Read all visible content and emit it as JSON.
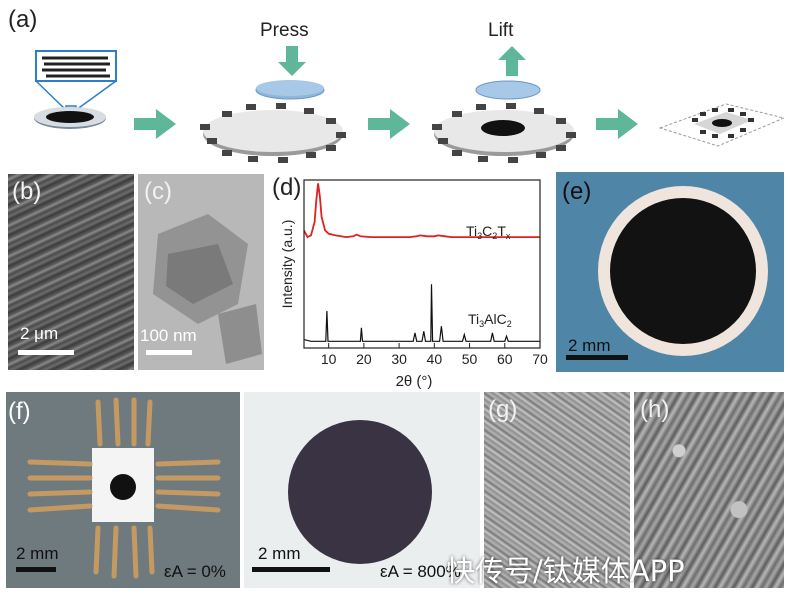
{
  "panel_a": {
    "label": "(a)",
    "press_label": "Press",
    "lift_label": "Lift",
    "colors": {
      "arrow": "#5fb79a",
      "stamp": "#8fb7dc",
      "disk": "#111111"
    }
  },
  "panel_b": {
    "label": "(b)",
    "scale": "2 μm"
  },
  "panel_c": {
    "label": "(c)",
    "scale": "100 nm"
  },
  "panel_d": {
    "label": "(d)",
    "chart_data": {
      "type": "line",
      "xlabel": "2θ (°)",
      "ylabel": "Intensity (a.u.)",
      "xlim": [
        3,
        70
      ],
      "xticks": [
        10,
        20,
        30,
        40,
        50,
        60,
        70
      ],
      "series": [
        {
          "name": "Ti3C2Tx",
          "color": "#e02020",
          "x": [
            3,
            4,
            5,
            6,
            6.5,
            7,
            7.5,
            8,
            9,
            10,
            12,
            15,
            17,
            18,
            19,
            22,
            25,
            28,
            30,
            33,
            35,
            36,
            38,
            40,
            41,
            43,
            45,
            50,
            55,
            60,
            65,
            70
          ],
          "y": [
            0.7,
            0.66,
            0.67,
            0.75,
            0.88,
            0.98,
            0.9,
            0.78,
            0.7,
            0.68,
            0.67,
            0.66,
            0.665,
            0.675,
            0.665,
            0.66,
            0.66,
            0.66,
            0.66,
            0.66,
            0.665,
            0.67,
            0.665,
            0.665,
            0.67,
            0.665,
            0.66,
            0.66,
            0.66,
            0.66,
            0.66,
            0.66
          ]
        },
        {
          "name": "Ti3AlC2",
          "color": "#111111",
          "x": [
            3,
            5,
            8,
            9.2,
            9.5,
            9.8,
            12,
            18,
            19,
            19.3,
            19.6,
            22,
            30,
            34,
            34.5,
            35,
            36.5,
            37,
            37.5,
            38.5,
            39,
            39.2,
            39.5,
            40,
            41.5,
            42,
            42.5,
            45,
            48,
            48.5,
            49,
            55,
            56,
            56.5,
            57,
            60,
            60.5,
            61,
            65,
            70
          ],
          "y": [
            0.05,
            0.04,
            0.04,
            0.04,
            0.22,
            0.04,
            0.04,
            0.04,
            0.04,
            0.12,
            0.04,
            0.04,
            0.04,
            0.04,
            0.09,
            0.04,
            0.04,
            0.1,
            0.04,
            0.04,
            0.04,
            0.38,
            0.04,
            0.04,
            0.04,
            0.13,
            0.04,
            0.04,
            0.04,
            0.08,
            0.04,
            0.04,
            0.04,
            0.09,
            0.04,
            0.04,
            0.07,
            0.04,
            0.04,
            0.04
          ]
        }
      ]
    }
  },
  "panel_e": {
    "label": "(e)",
    "scale": "2 mm"
  },
  "panel_f": {
    "label": "(f)",
    "scale_left": "2 mm",
    "strain_left": "εA = 0%",
    "scale_right": "2 mm",
    "strain_right": "εA = 800%"
  },
  "panel_g": {
    "label": "(g)"
  },
  "panel_h": {
    "label": "(h)"
  },
  "watermark": "快传号/钛媒体APP"
}
